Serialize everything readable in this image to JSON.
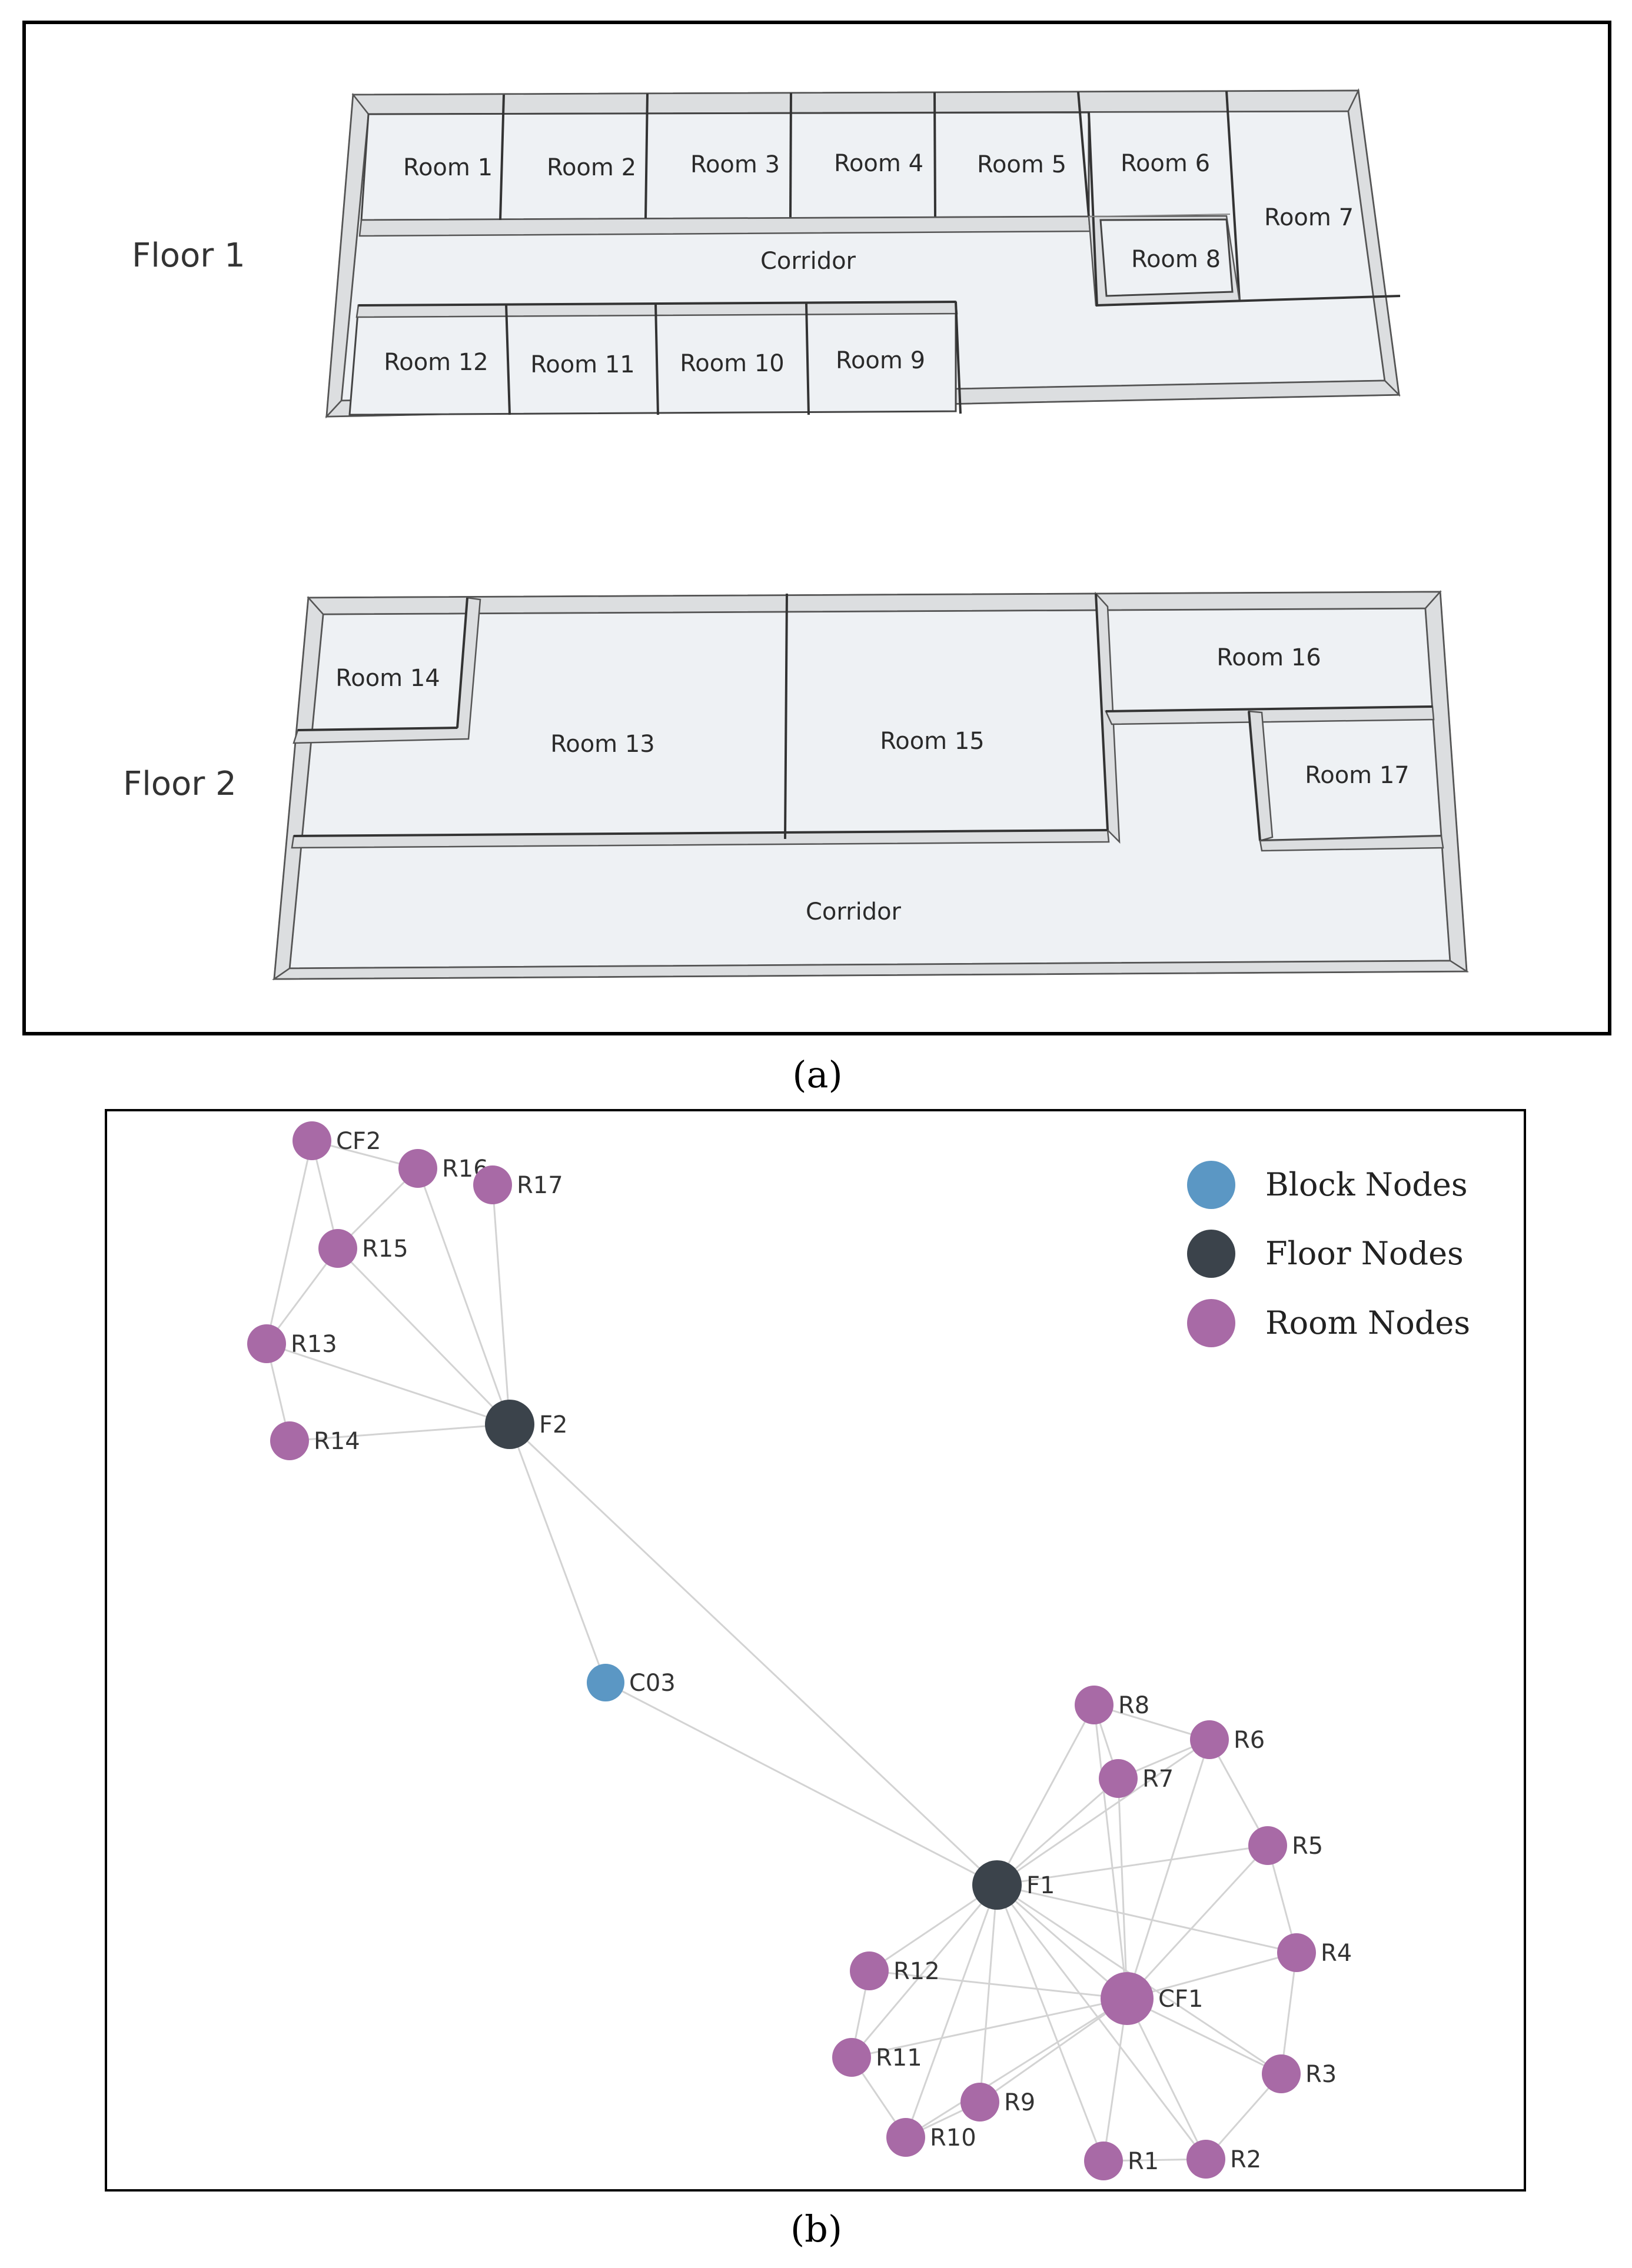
{
  "captions": {
    "a": "(a)",
    "b": "(b)"
  },
  "floorplan": {
    "floor1_label": "Floor 1",
    "floor2_label": "Floor 2",
    "floor1_rooms": [
      "Room 1",
      "Room 2",
      "Room 3",
      "Room 4",
      "Room 5",
      "Room 6",
      "Room 7",
      "Room 8",
      "Room 9",
      "Room 10",
      "Room 11",
      "Room 12"
    ],
    "floor1_corridor": "Corridor",
    "floor2_rooms": [
      "Room 13",
      "Room 14",
      "Room 15",
      "Room 16",
      "Room 17"
    ],
    "floor2_corridor": "Corridor"
  },
  "graph": {
    "legend": [
      {
        "label": "Block Nodes",
        "color": "#5b97c4"
      },
      {
        "label": "Floor Nodes",
        "color": "#3b434b"
      },
      {
        "label": "Room Nodes",
        "color": "#a86aa6"
      }
    ],
    "colors": {
      "block": "#5b97c4",
      "floor": "#3b434b",
      "room": "#a86aa6",
      "edge": "#d3d3d3"
    },
    "nodes": [
      {
        "id": "CF2",
        "type": "room"
      },
      {
        "id": "R16",
        "type": "room"
      },
      {
        "id": "R17",
        "type": "room"
      },
      {
        "id": "R15",
        "type": "room"
      },
      {
        "id": "R13",
        "type": "room"
      },
      {
        "id": "R14",
        "type": "room"
      },
      {
        "id": "F2",
        "type": "floor"
      },
      {
        "id": "C03",
        "type": "block"
      },
      {
        "id": "F1",
        "type": "floor"
      },
      {
        "id": "R8",
        "type": "room"
      },
      {
        "id": "R6",
        "type": "room"
      },
      {
        "id": "R7",
        "type": "room"
      },
      {
        "id": "R5",
        "type": "room"
      },
      {
        "id": "R4",
        "type": "room"
      },
      {
        "id": "CF1",
        "type": "room"
      },
      {
        "id": "R12",
        "type": "room"
      },
      {
        "id": "R11",
        "type": "room"
      },
      {
        "id": "R9",
        "type": "room"
      },
      {
        "id": "R10",
        "type": "room"
      },
      {
        "id": "R3",
        "type": "room"
      },
      {
        "id": "R1",
        "type": "room"
      },
      {
        "id": "R2",
        "type": "room"
      }
    ],
    "edges": [
      [
        "CF2",
        "R16"
      ],
      [
        "CF2",
        "R15"
      ],
      [
        "CF2",
        "R13"
      ],
      [
        "R16",
        "R15"
      ],
      [
        "R16",
        "F2"
      ],
      [
        "R17",
        "F2"
      ],
      [
        "R15",
        "F2"
      ],
      [
        "R15",
        "R13"
      ],
      [
        "R13",
        "F2"
      ],
      [
        "R13",
        "R14"
      ],
      [
        "R14",
        "F2"
      ],
      [
        "F2",
        "C03"
      ],
      [
        "F2",
        "F1"
      ],
      [
        "C03",
        "F1"
      ],
      [
        "F1",
        "R8"
      ],
      [
        "F1",
        "R6"
      ],
      [
        "F1",
        "R7"
      ],
      [
        "F1",
        "R5"
      ],
      [
        "F1",
        "R4"
      ],
      [
        "F1",
        "CF1"
      ],
      [
        "F1",
        "R12"
      ],
      [
        "F1",
        "R11"
      ],
      [
        "F1",
        "R9"
      ],
      [
        "F1",
        "R10"
      ],
      [
        "F1",
        "R3"
      ],
      [
        "F1",
        "R1"
      ],
      [
        "F1",
        "R2"
      ],
      [
        "R8",
        "R6"
      ],
      [
        "R8",
        "R7"
      ],
      [
        "R8",
        "CF1"
      ],
      [
        "R7",
        "R6"
      ],
      [
        "R7",
        "CF1"
      ],
      [
        "R6",
        "R5"
      ],
      [
        "R6",
        "CF1"
      ],
      [
        "R5",
        "R4"
      ],
      [
        "R5",
        "CF1"
      ],
      [
        "R4",
        "CF1"
      ],
      [
        "R4",
        "R3"
      ],
      [
        "R3",
        "CF1"
      ],
      [
        "R3",
        "R2"
      ],
      [
        "R2",
        "CF1"
      ],
      [
        "R2",
        "R1"
      ],
      [
        "R1",
        "CF1"
      ],
      [
        "R12",
        "CF1"
      ],
      [
        "R12",
        "R11"
      ],
      [
        "R11",
        "CF1"
      ],
      [
        "R11",
        "R10"
      ],
      [
        "R10",
        "R9"
      ],
      [
        "R10",
        "CF1"
      ],
      [
        "R9",
        "CF1"
      ]
    ]
  }
}
